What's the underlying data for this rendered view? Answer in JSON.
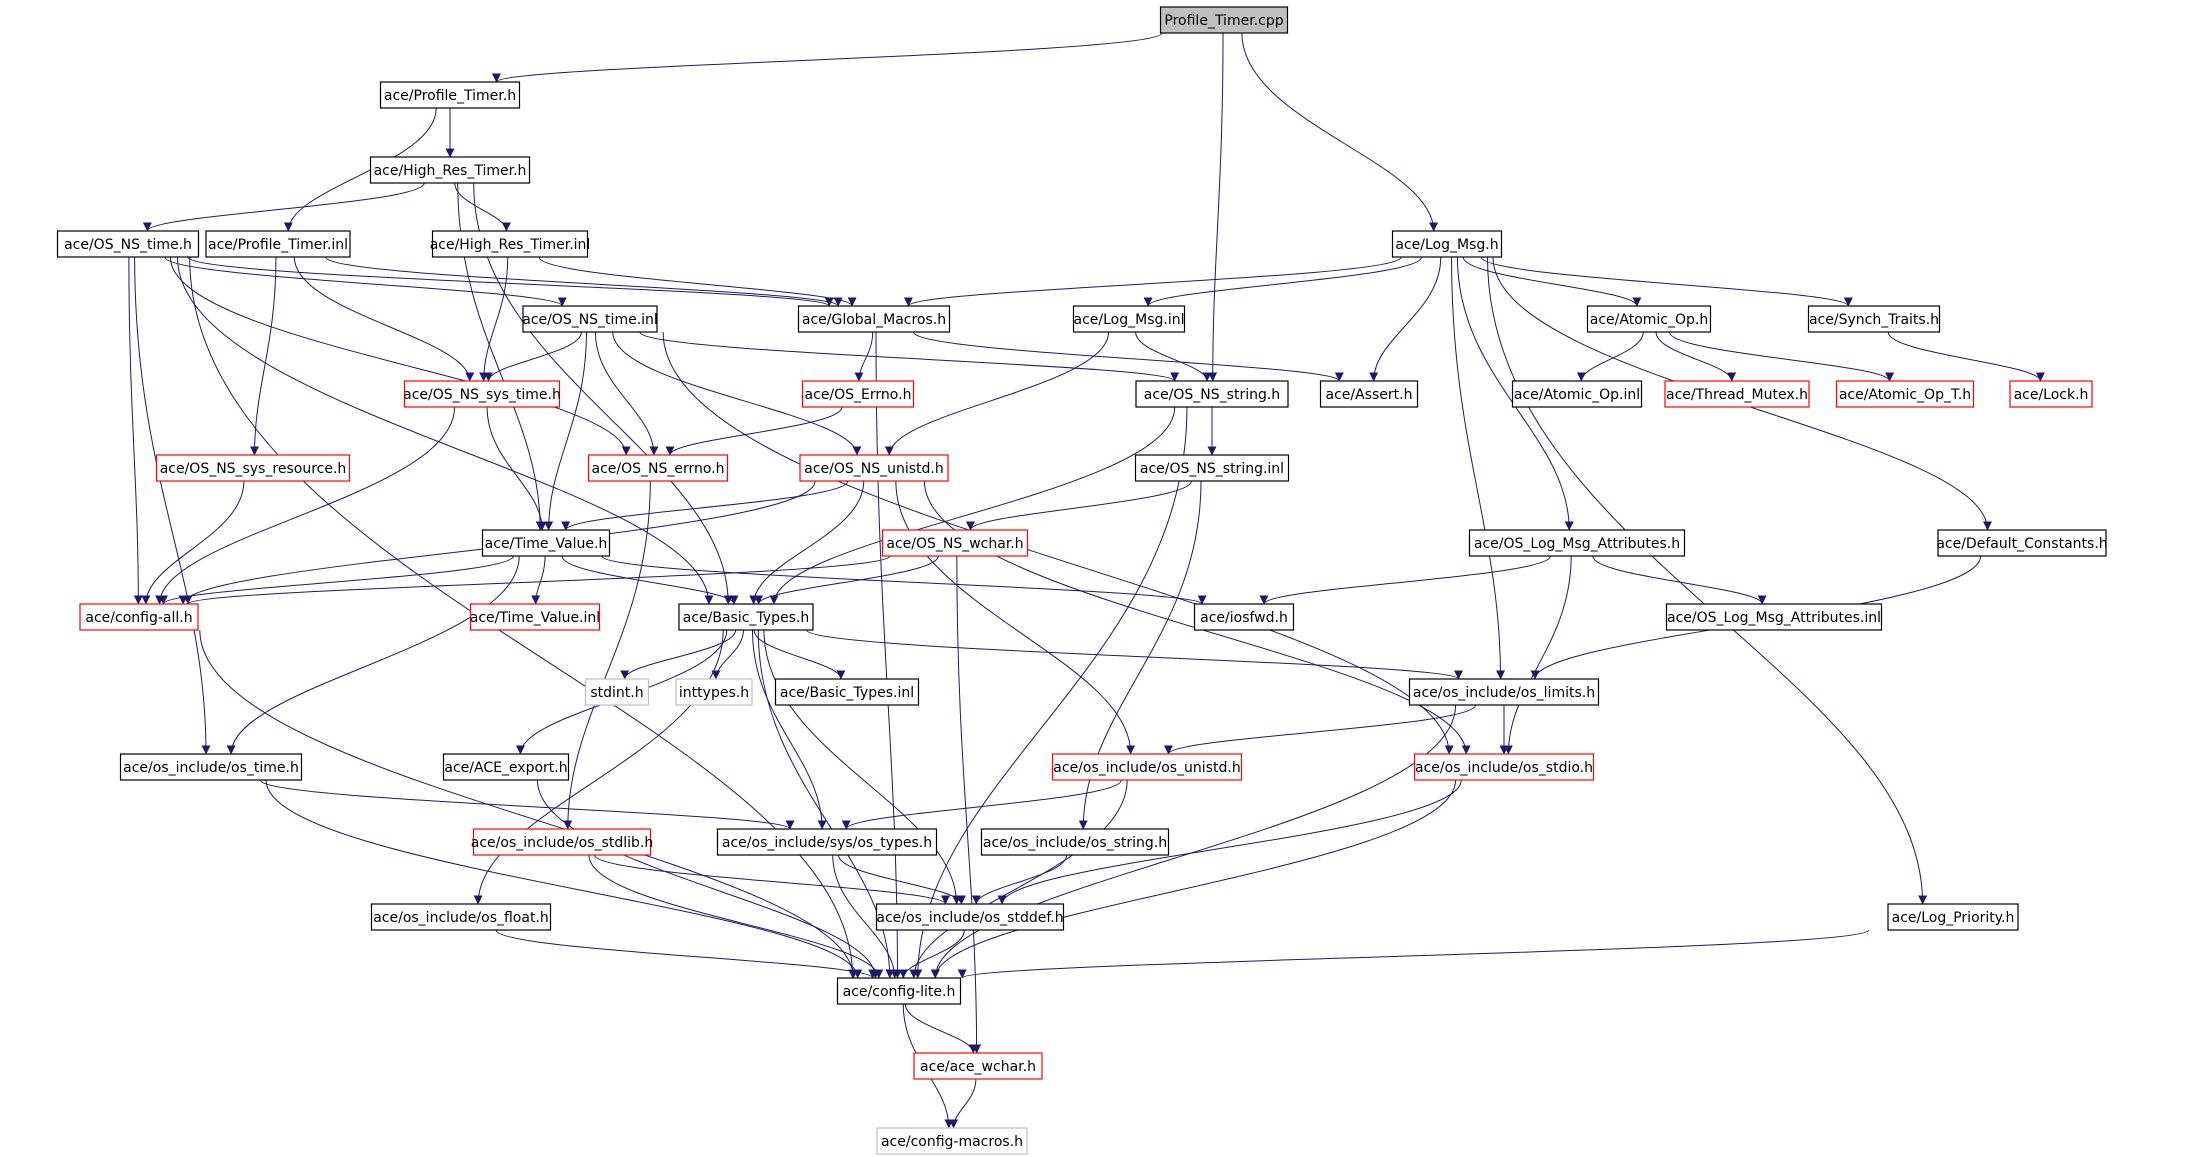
{
  "colors": {
    "edge": "#191970",
    "border_normal": "#000000",
    "border_truncated": "#ff0000",
    "border_missing": "#bfbfbf",
    "fill_root": "#bfbfbf",
    "fill_default": "#ffffff",
    "text": "#000000"
  },
  "nodes": [
    {
      "id": "profile_timer_cpp",
      "label": "Profile_Timer.cpp",
      "style": "root"
    },
    {
      "id": "profile_timer_h",
      "label": "ace/Profile_Timer.h",
      "style": "normal"
    },
    {
      "id": "high_res_timer_h",
      "label": "ace/High_Res_Timer.h",
      "style": "normal"
    },
    {
      "id": "os_ns_time_h",
      "label": "ace/OS_NS_time.h",
      "style": "normal"
    },
    {
      "id": "profile_timer_inl",
      "label": "ace/Profile_Timer.inl",
      "style": "normal"
    },
    {
      "id": "high_res_timer_inl",
      "label": "ace/High_Res_Timer.inl",
      "style": "normal"
    },
    {
      "id": "log_msg_h",
      "label": "ace/Log_Msg.h",
      "style": "normal"
    },
    {
      "id": "os_ns_time_inl",
      "label": "ace/OS_NS_time.inl",
      "style": "normal"
    },
    {
      "id": "global_macros_h",
      "label": "ace/Global_Macros.h",
      "style": "normal"
    },
    {
      "id": "log_msg_inl",
      "label": "ace/Log_Msg.inl",
      "style": "normal"
    },
    {
      "id": "atomic_op_h",
      "label": "ace/Atomic_Op.h",
      "style": "normal"
    },
    {
      "id": "synch_traits_h",
      "label": "ace/Synch_Traits.h",
      "style": "normal"
    },
    {
      "id": "os_ns_sys_time_h",
      "label": "ace/OS_NS_sys_time.h",
      "style": "truncated"
    },
    {
      "id": "os_errno_h",
      "label": "ace/OS_Errno.h",
      "style": "truncated"
    },
    {
      "id": "os_ns_string_h",
      "label": "ace/OS_NS_string.h",
      "style": "normal"
    },
    {
      "id": "assert_h",
      "label": "ace/Assert.h",
      "style": "normal"
    },
    {
      "id": "atomic_op_inl",
      "label": "ace/Atomic_Op.inl",
      "style": "normal"
    },
    {
      "id": "thread_mutex_h",
      "label": "ace/Thread_Mutex.h",
      "style": "truncated"
    },
    {
      "id": "atomic_op_t_h",
      "label": "ace/Atomic_Op_T.h",
      "style": "truncated"
    },
    {
      "id": "lock_h",
      "label": "ace/Lock.h",
      "style": "truncated"
    },
    {
      "id": "os_ns_sys_resource_h",
      "label": "ace/OS_NS_sys_resource.h",
      "style": "truncated"
    },
    {
      "id": "os_ns_errno_h",
      "label": "ace/OS_NS_errno.h",
      "style": "truncated"
    },
    {
      "id": "os_ns_unistd_h",
      "label": "ace/OS_NS_unistd.h",
      "style": "truncated"
    },
    {
      "id": "os_ns_string_inl",
      "label": "ace/OS_NS_string.inl",
      "style": "normal"
    },
    {
      "id": "time_value_h",
      "label": "ace/Time_Value.h",
      "style": "normal"
    },
    {
      "id": "os_ns_wchar_h",
      "label": "ace/OS_NS_wchar.h",
      "style": "truncated"
    },
    {
      "id": "os_log_msg_attributes_h",
      "label": "ace/OS_Log_Msg_Attributes.h",
      "style": "normal"
    },
    {
      "id": "default_constants_h",
      "label": "ace/Default_Constants.h",
      "style": "normal"
    },
    {
      "id": "config_all_h",
      "label": "ace/config-all.h",
      "style": "truncated"
    },
    {
      "id": "time_value_inl",
      "label": "ace/Time_Value.inl",
      "style": "truncated"
    },
    {
      "id": "basic_types_h",
      "label": "ace/Basic_Types.h",
      "style": "normal"
    },
    {
      "id": "iosfwd_h",
      "label": "ace/iosfwd.h",
      "style": "normal"
    },
    {
      "id": "os_log_msg_attributes_inl",
      "label": "ace/OS_Log_Msg_Attributes.inl",
      "style": "normal"
    },
    {
      "id": "stdint_h",
      "label": "stdint.h",
      "style": "missing"
    },
    {
      "id": "inttypes_h",
      "label": "inttypes.h",
      "style": "missing"
    },
    {
      "id": "basic_types_inl",
      "label": "ace/Basic_Types.inl",
      "style": "normal"
    },
    {
      "id": "os_limits_h",
      "label": "ace/os_include/os_limits.h",
      "style": "normal"
    },
    {
      "id": "os_time_h",
      "label": "ace/os_include/os_time.h",
      "style": "normal"
    },
    {
      "id": "ace_export_h",
      "label": "ace/ACE_export.h",
      "style": "normal"
    },
    {
      "id": "os_unistd_h",
      "label": "ace/os_include/os_unistd.h",
      "style": "truncated"
    },
    {
      "id": "os_stdio_h",
      "label": "ace/os_include/os_stdio.h",
      "style": "truncated"
    },
    {
      "id": "os_stdlib_h",
      "label": "ace/os_include/os_stdlib.h",
      "style": "truncated"
    },
    {
      "id": "sys_os_types_h",
      "label": "ace/os_include/sys/os_types.h",
      "style": "normal"
    },
    {
      "id": "os_string_h",
      "label": "ace/os_include/os_string.h",
      "style": "normal"
    },
    {
      "id": "os_float_h",
      "label": "ace/os_include/os_float.h",
      "style": "normal"
    },
    {
      "id": "os_stddef_h",
      "label": "ace/os_include/os_stddef.h",
      "style": "normal"
    },
    {
      "id": "log_priority_h",
      "label": "ace/Log_Priority.h",
      "style": "normal"
    },
    {
      "id": "config_lite_h",
      "label": "ace/config-lite.h",
      "style": "normal"
    },
    {
      "id": "ace_wchar_h",
      "label": "ace/ace_wchar.h",
      "style": "truncated"
    },
    {
      "id": "config_macros_h",
      "label": "ace/config-macros.h",
      "style": "missing"
    }
  ],
  "edges": [
    [
      "profile_timer_cpp",
      "profile_timer_h"
    ],
    [
      "profile_timer_cpp",
      "os_ns_string_h"
    ],
    [
      "profile_timer_cpp",
      "log_msg_h"
    ],
    [
      "profile_timer_h",
      "high_res_timer_h"
    ],
    [
      "profile_timer_h",
      "profile_timer_inl"
    ],
    [
      "high_res_timer_h",
      "os_ns_time_h"
    ],
    [
      "high_res_timer_h",
      "high_res_timer_inl"
    ],
    [
      "high_res_timer_h",
      "time_value_h"
    ],
    [
      "high_res_timer_h",
      "basic_types_h"
    ],
    [
      "os_ns_time_h",
      "os_ns_time_inl"
    ],
    [
      "os_ns_time_h",
      "global_macros_h"
    ],
    [
      "os_ns_time_h",
      "config_all_h"
    ],
    [
      "os_ns_time_h",
      "basic_types_h"
    ],
    [
      "os_ns_time_h",
      "os_time_h"
    ],
    [
      "os_ns_time_h",
      "config_lite_h"
    ],
    [
      "os_ns_time_h",
      "os_ns_errno_h"
    ],
    [
      "profile_timer_inl",
      "os_ns_sys_time_h"
    ],
    [
      "profile_timer_inl",
      "os_ns_sys_resource_h"
    ],
    [
      "profile_timer_inl",
      "global_macros_h"
    ],
    [
      "high_res_timer_inl",
      "os_ns_sys_time_h"
    ],
    [
      "high_res_timer_inl",
      "global_macros_h"
    ],
    [
      "os_ns_time_inl",
      "os_ns_sys_time_h"
    ],
    [
      "os_ns_time_inl",
      "os_ns_errno_h"
    ],
    [
      "os_ns_time_inl",
      "os_ns_unistd_h"
    ],
    [
      "os_ns_time_inl",
      "time_value_h"
    ],
    [
      "os_ns_time_inl",
      "os_ns_string_h"
    ],
    [
      "os_ns_time_inl",
      "os_stdio_h"
    ],
    [
      "global_macros_h",
      "os_errno_h"
    ],
    [
      "global_macros_h",
      "assert_h"
    ],
    [
      "global_macros_h",
      "config_lite_h"
    ],
    [
      "log_msg_h",
      "global_macros_h"
    ],
    [
      "log_msg_h",
      "log_msg_inl"
    ],
    [
      "log_msg_h",
      "assert_h"
    ],
    [
      "log_msg_h",
      "atomic_op_h"
    ],
    [
      "log_msg_h",
      "synch_traits_h"
    ],
    [
      "log_msg_h",
      "os_log_msg_attributes_h"
    ],
    [
      "log_msg_h",
      "os_limits_h"
    ],
    [
      "log_msg_h",
      "default_constants_h"
    ],
    [
      "log_msg_h",
      "log_priority_h"
    ],
    [
      "log_msg_inl",
      "os_ns_string_h"
    ],
    [
      "log_msg_inl",
      "os_ns_unistd_h"
    ],
    [
      "atomic_op_h",
      "atomic_op_inl"
    ],
    [
      "atomic_op_h",
      "thread_mutex_h"
    ],
    [
      "atomic_op_h",
      "atomic_op_t_h"
    ],
    [
      "synch_traits_h",
      "lock_h"
    ],
    [
      "os_ns_sys_time_h",
      "time_value_h"
    ],
    [
      "os_ns_sys_time_h",
      "config_all_h"
    ],
    [
      "os_errno_h",
      "os_ns_errno_h"
    ],
    [
      "os_ns_string_h",
      "os_ns_string_inl"
    ],
    [
      "os_ns_string_h",
      "basic_types_h"
    ],
    [
      "os_ns_string_h",
      "config_lite_h"
    ],
    [
      "os_ns_sys_resource_h",
      "config_all_h"
    ],
    [
      "os_ns_errno_h",
      "os_stdlib_h"
    ],
    [
      "os_ns_unistd_h",
      "time_value_h"
    ],
    [
      "os_ns_unistd_h",
      "basic_types_h"
    ],
    [
      "os_ns_unistd_h",
      "config_all_h"
    ],
    [
      "os_ns_unistd_h",
      "os_unistd_h"
    ],
    [
      "os_ns_unistd_h",
      "os_stdio_h"
    ],
    [
      "os_ns_string_inl",
      "os_ns_wchar_h"
    ],
    [
      "os_ns_string_inl",
      "os_string_h"
    ],
    [
      "time_value_h",
      "config_all_h"
    ],
    [
      "time_value_h",
      "time_value_inl"
    ],
    [
      "time_value_h",
      "basic_types_h"
    ],
    [
      "time_value_h",
      "iosfwd_h"
    ],
    [
      "time_value_h",
      "os_time_h"
    ],
    [
      "os_ns_wchar_h",
      "basic_types_h"
    ],
    [
      "os_ns_wchar_h",
      "config_all_h"
    ],
    [
      "os_ns_wchar_h",
      "ace_wchar_h"
    ],
    [
      "os_log_msg_attributes_h",
      "iosfwd_h"
    ],
    [
      "os_log_msg_attributes_h",
      "os_log_msg_attributes_inl"
    ],
    [
      "os_log_msg_attributes_h",
      "os_stdio_h"
    ],
    [
      "default_constants_h",
      "os_limits_h"
    ],
    [
      "basic_types_h",
      "stdint_h"
    ],
    [
      "basic_types_h",
      "inttypes_h"
    ],
    [
      "basic_types_h",
      "basic_types_inl"
    ],
    [
      "basic_types_h",
      "os_limits_h"
    ],
    [
      "basic_types_h",
      "ace_export_h"
    ],
    [
      "basic_types_h",
      "os_float_h"
    ],
    [
      "basic_types_h",
      "sys_os_types_h"
    ],
    [
      "basic_types_h",
      "os_stddef_h"
    ],
    [
      "basic_types_h",
      "config_lite_h"
    ],
    [
      "config_all_h",
      "config_lite_h"
    ],
    [
      "os_limits_h",
      "os_unistd_h"
    ],
    [
      "os_limits_h",
      "os_stdio_h"
    ],
    [
      "os_limits_h",
      "config_lite_h"
    ],
    [
      "os_time_h",
      "sys_os_types_h"
    ],
    [
      "os_time_h",
      "config_lite_h"
    ],
    [
      "ace_export_h",
      "config_lite_h"
    ],
    [
      "os_unistd_h",
      "sys_os_types_h"
    ],
    [
      "os_unistd_h",
      "config_lite_h"
    ],
    [
      "os_stdio_h",
      "os_stddef_h"
    ],
    [
      "os_stdio_h",
      "config_lite_h"
    ],
    [
      "os_stdlib_h",
      "os_stddef_h"
    ],
    [
      "os_stdlib_h",
      "config_lite_h"
    ],
    [
      "sys_os_types_h",
      "os_stddef_h"
    ],
    [
      "sys_os_types_h",
      "config_lite_h"
    ],
    [
      "os_string_h",
      "os_stddef_h"
    ],
    [
      "os_float_h",
      "config_lite_h"
    ],
    [
      "os_stddef_h",
      "config_lite_h"
    ],
    [
      "log_priority_h",
      "config_lite_h"
    ],
    [
      "config_lite_h",
      "ace_wchar_h"
    ],
    [
      "config_lite_h",
      "config_macros_h"
    ],
    [
      "ace_wchar_h",
      "config_macros_h"
    ]
  ]
}
